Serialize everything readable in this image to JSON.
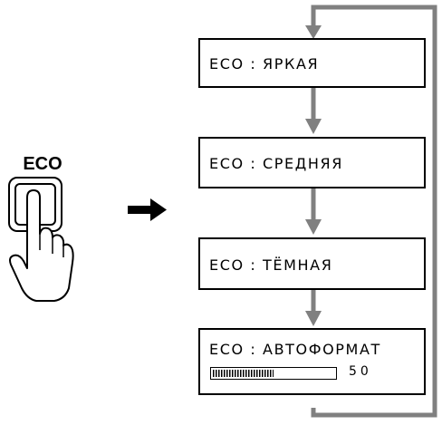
{
  "button": {
    "label": "ECO",
    "icon": "finger-press-icon"
  },
  "arrow_icon": "right-arrow-icon",
  "menus": [
    {
      "text": "ECO : ЯРКАЯ"
    },
    {
      "text": "ECO : СРЕДНЯЯ"
    },
    {
      "text": "ECO : ТЁМНАЯ"
    },
    {
      "text": "ECO : АВТОФОРМАТ",
      "gauge_value": "50",
      "gauge_level": 0.5
    }
  ],
  "colors": {
    "flow": "#808080",
    "outline": "#000000"
  }
}
